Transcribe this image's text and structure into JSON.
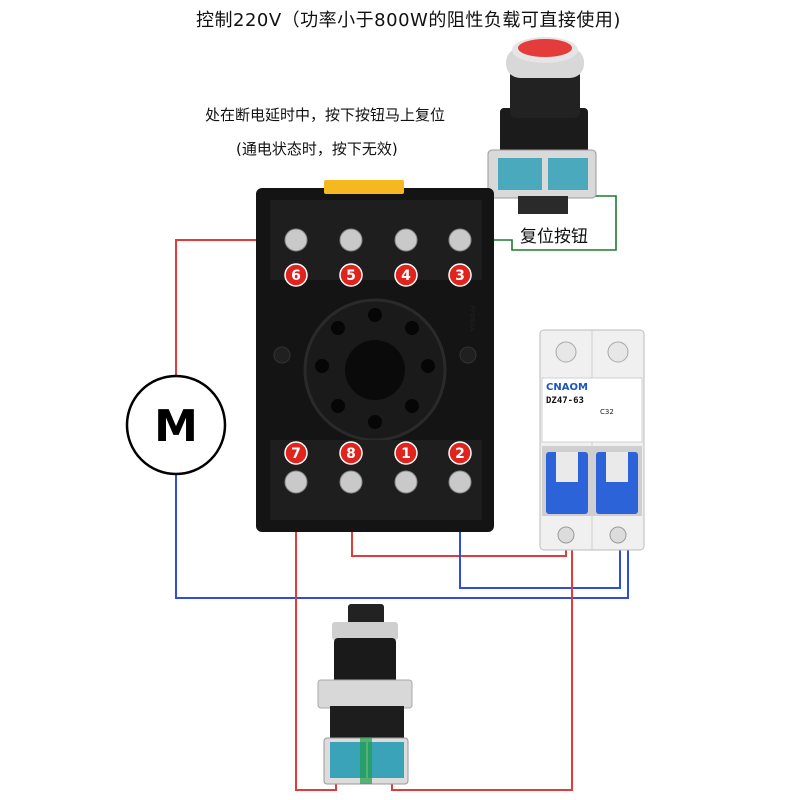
{
  "title": "控制220V（功率小于800W的阻性负载可直接使用)",
  "notes": {
    "reset_during_delay": "处在断电延时中，按下按钮马上复位",
    "powered_state": "(通电状态时，按下无效)"
  },
  "reset_button_label": "复位按钮",
  "motor_label": "M",
  "terminals_top": [
    "6",
    "5",
    "4",
    "3"
  ],
  "terminals_bottom": [
    "7",
    "8",
    "1",
    "2"
  ],
  "socket_marking": "PF083A",
  "breaker": {
    "brand": "CNAOM",
    "model": "DZ47-63",
    "rating": "C32"
  },
  "colors": {
    "live_wire": "#e23b3b",
    "neutral_wire": "#2f4fd8",
    "reset_wire": "#1f7a2e",
    "terminal_badge": "#e0231d",
    "socket_body": "#141414",
    "breaker_handle": "#2d63d9"
  },
  "icons": [
    "motor-symbol-icon",
    "reset-pushbutton-icon",
    "selector-switch-icon",
    "circuit-breaker-icon",
    "relay-socket-icon"
  ]
}
